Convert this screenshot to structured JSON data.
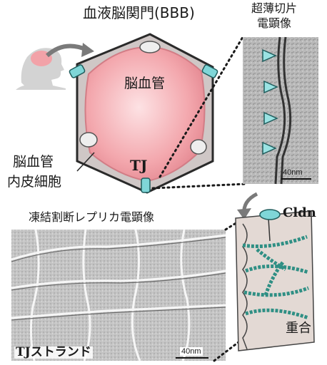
{
  "title": "血液脳関門(BBB)",
  "vessel_label": "脳血管",
  "endothelial_label_line1": "脳血管",
  "endothelial_label_line2": "内皮細胞",
  "tj_label": "TJ",
  "em_label_line1": "超薄切片",
  "em_label_line2": "電顕像",
  "em_scale": "40nm",
  "freeze_label": "凍結割断レプリカ電顕像",
  "freeze_scale": "40nm",
  "strand_label": "TJストランド",
  "cldn_label": "Cldn",
  "overlap_label": "重合",
  "colors": {
    "vessel_fill": "#f2a2a8",
    "wall": "#cfc7c6",
    "tj": "#7fd6d8",
    "arrowhead": "#9ae3e3",
    "strand": "#2f8f84",
    "membrane": "#eae0dc"
  },
  "icons": [
    "head-silhouette-icon",
    "curved-arrow-icon",
    "down-arrow-icon"
  ]
}
